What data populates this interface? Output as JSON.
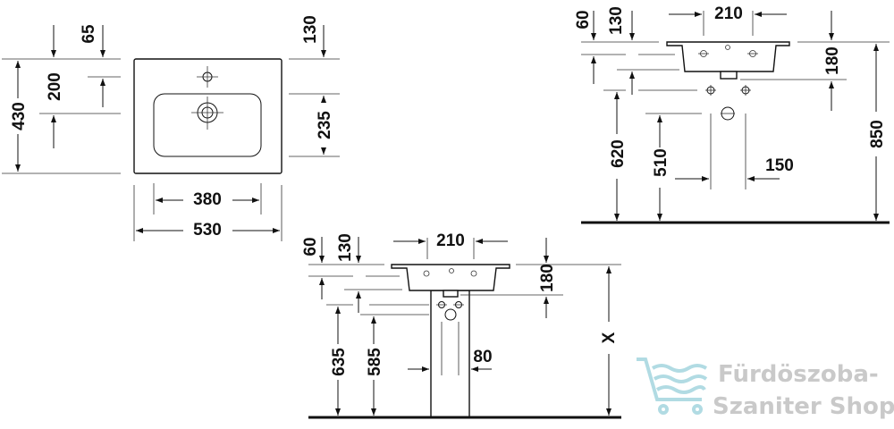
{
  "top_view": {
    "dims": {
      "width_total": "530",
      "basin_width": "380",
      "depth_total": "430",
      "tap_to_drain": "200",
      "back_to_tap": "65",
      "back_to_basin": "130",
      "basin_depth": "235"
    }
  },
  "wall_view": {
    "dims": {
      "bowl_spacing": "210",
      "d60": "60",
      "d130": "130",
      "d180": "180",
      "height_850": "850",
      "height_620": "620",
      "height_510": "510",
      "spacing_150": "150"
    }
  },
  "pedestal_view": {
    "dims": {
      "bowl_spacing": "210",
      "d60": "60",
      "d130": "130",
      "d180": "180",
      "height_x": "X",
      "height_635": "635",
      "height_585": "585",
      "width_80": "80"
    }
  },
  "watermark": {
    "line1": "Fürdöszoba-",
    "line2": "Szaniter Shop",
    "color": "#a9d8e0"
  }
}
